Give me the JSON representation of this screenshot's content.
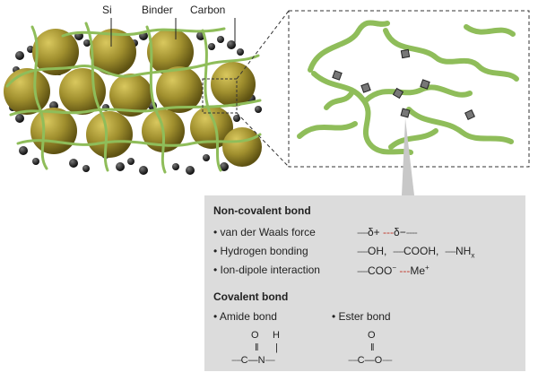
{
  "labels": {
    "si": "Si",
    "binder": "Binder",
    "carbon": "Carbon"
  },
  "noncovalent": {
    "title": "Non-covalent bond",
    "vdw": "van der Waals force",
    "vdw_plus": "δ+",
    "vdw_minus": "δ−",
    "hbond": "Hydrogen bonding",
    "oh": "OH,",
    "cooh": "COOH,",
    "nh": "NH",
    "nh_sub": "x",
    "iondipole": "Ion-dipole interaction",
    "coo": "COO",
    "coo_sup": "−",
    "me": "Me",
    "me_sup": "+"
  },
  "covalent": {
    "title": "Covalent bond",
    "amide": "Amide bond",
    "ester": "Ester bond",
    "amide_o": "O",
    "amide_h": "H",
    "amide_c": "C",
    "amide_n": "N",
    "ester_o_top": "O",
    "ester_c": "C",
    "ester_o": "O"
  },
  "colors": {
    "particle": "#9b8a2a",
    "particle_dark": "#6e611a",
    "binder": "#8fbd5a",
    "carbon": "#1a1a1a",
    "panel": "#dcdcdc"
  }
}
